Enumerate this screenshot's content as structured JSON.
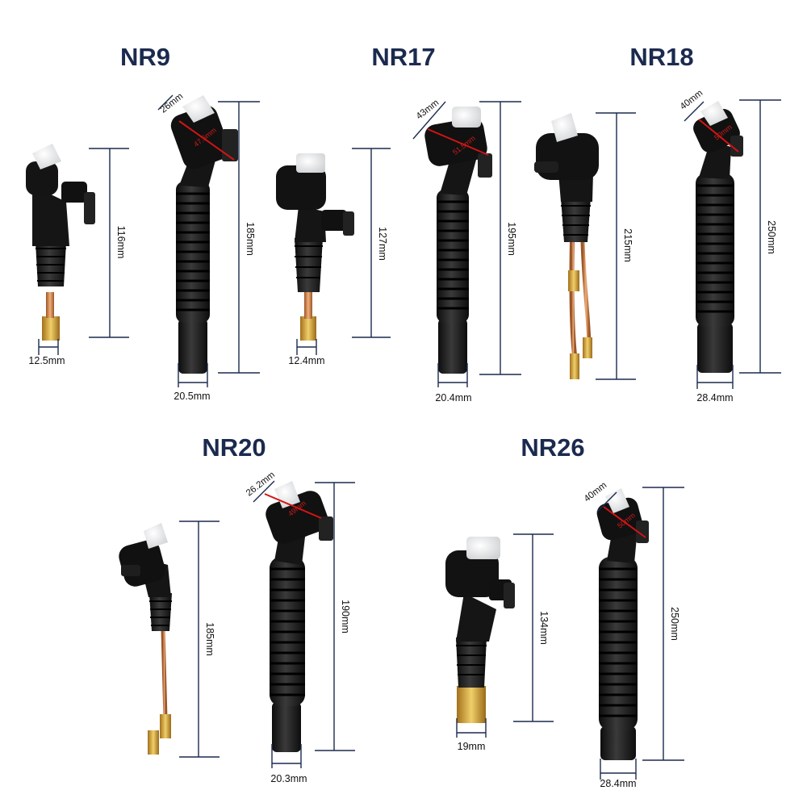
{
  "colors": {
    "title": "#1b2a4e",
    "dimension_line": "#1b2a4e",
    "red_dimension": "#cc1b1b",
    "handle": "#1c1c1c",
    "copper": "#c97a3d",
    "brass": "#d6a93c"
  },
  "models": [
    {
      "name": "NR9",
      "units": [
        {
          "form": "short",
          "height": "116mm",
          "width": "12.5mm"
        },
        {
          "form": "long",
          "height": "185mm",
          "width": "20.5mm",
          "head": "26mm",
          "head_red": "47.5mm"
        }
      ]
    },
    {
      "name": "NR17",
      "units": [
        {
          "form": "short",
          "height": "127mm",
          "width": "12.4mm"
        },
        {
          "form": "long",
          "height": "195mm",
          "width": "20.4mm",
          "head": "43mm",
          "head_red": "51.5mm"
        }
      ]
    },
    {
      "name": "NR18",
      "units": [
        {
          "form": "water",
          "height": "215mm"
        },
        {
          "form": "long",
          "height": "250mm",
          "width": "28.4mm",
          "head": "40mm",
          "head_red": "50mm"
        }
      ]
    },
    {
      "name": "NR20",
      "units": [
        {
          "form": "water",
          "height": "185mm"
        },
        {
          "form": "long",
          "height": "190mm",
          "width": "20.3mm",
          "head": "26.2mm",
          "head_red": "49mm"
        }
      ]
    },
    {
      "name": "NR26",
      "units": [
        {
          "form": "short",
          "height": "134mm",
          "width": "19mm"
        },
        {
          "form": "long",
          "height": "250mm",
          "width": "28.4mm",
          "head": "40mm",
          "head_red": "50mm"
        }
      ]
    }
  ]
}
